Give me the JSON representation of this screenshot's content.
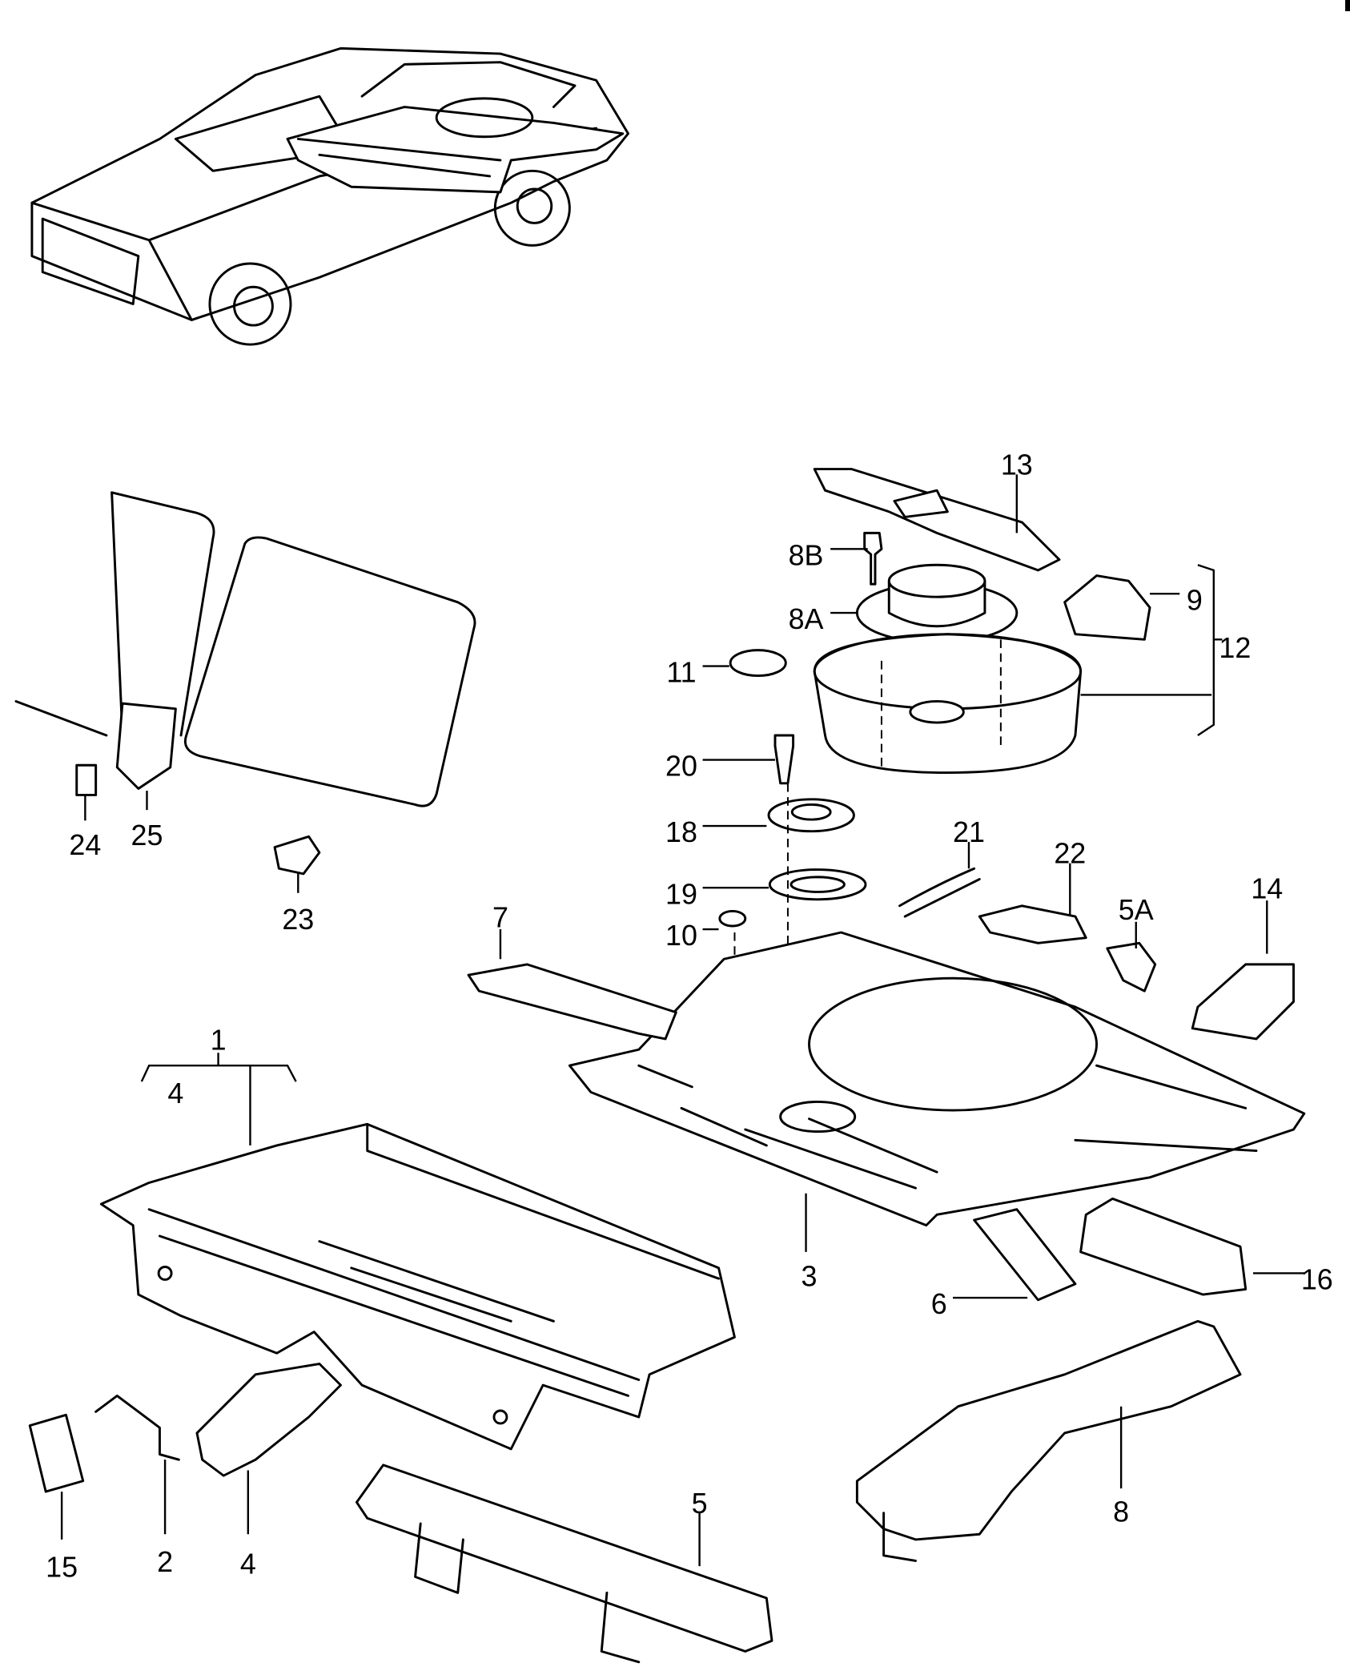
{
  "diagram": {
    "title": "",
    "labels": [
      {
        "id": "p13",
        "text": "13"
      },
      {
        "id": "p8b",
        "text": "8B"
      },
      {
        "id": "p8a",
        "text": "8A"
      },
      {
        "id": "p9",
        "text": "9"
      },
      {
        "id": "p12",
        "text": "12"
      },
      {
        "id": "p11",
        "text": "11"
      },
      {
        "id": "p20",
        "text": "20"
      },
      {
        "id": "p18",
        "text": "18"
      },
      {
        "id": "p21",
        "text": "21"
      },
      {
        "id": "p22",
        "text": "22"
      },
      {
        "id": "p19",
        "text": "19"
      },
      {
        "id": "p7",
        "text": "7"
      },
      {
        "id": "p10",
        "text": "10"
      },
      {
        "id": "p5a",
        "text": "5A"
      },
      {
        "id": "p14",
        "text": "14"
      },
      {
        "id": "p1",
        "text": "1"
      },
      {
        "id": "p4top",
        "text": "4"
      },
      {
        "id": "p3",
        "text": "3"
      },
      {
        "id": "p6",
        "text": "6"
      },
      {
        "id": "p16",
        "text": "16"
      },
      {
        "id": "p5",
        "text": "5"
      },
      {
        "id": "p8",
        "text": "8"
      },
      {
        "id": "p15",
        "text": "15"
      },
      {
        "id": "p2",
        "text": "2"
      },
      {
        "id": "p4",
        "text": "4"
      },
      {
        "id": "p24",
        "text": "24"
      },
      {
        "id": "p25",
        "text": "25"
      },
      {
        "id": "p23",
        "text": "23"
      }
    ]
  }
}
